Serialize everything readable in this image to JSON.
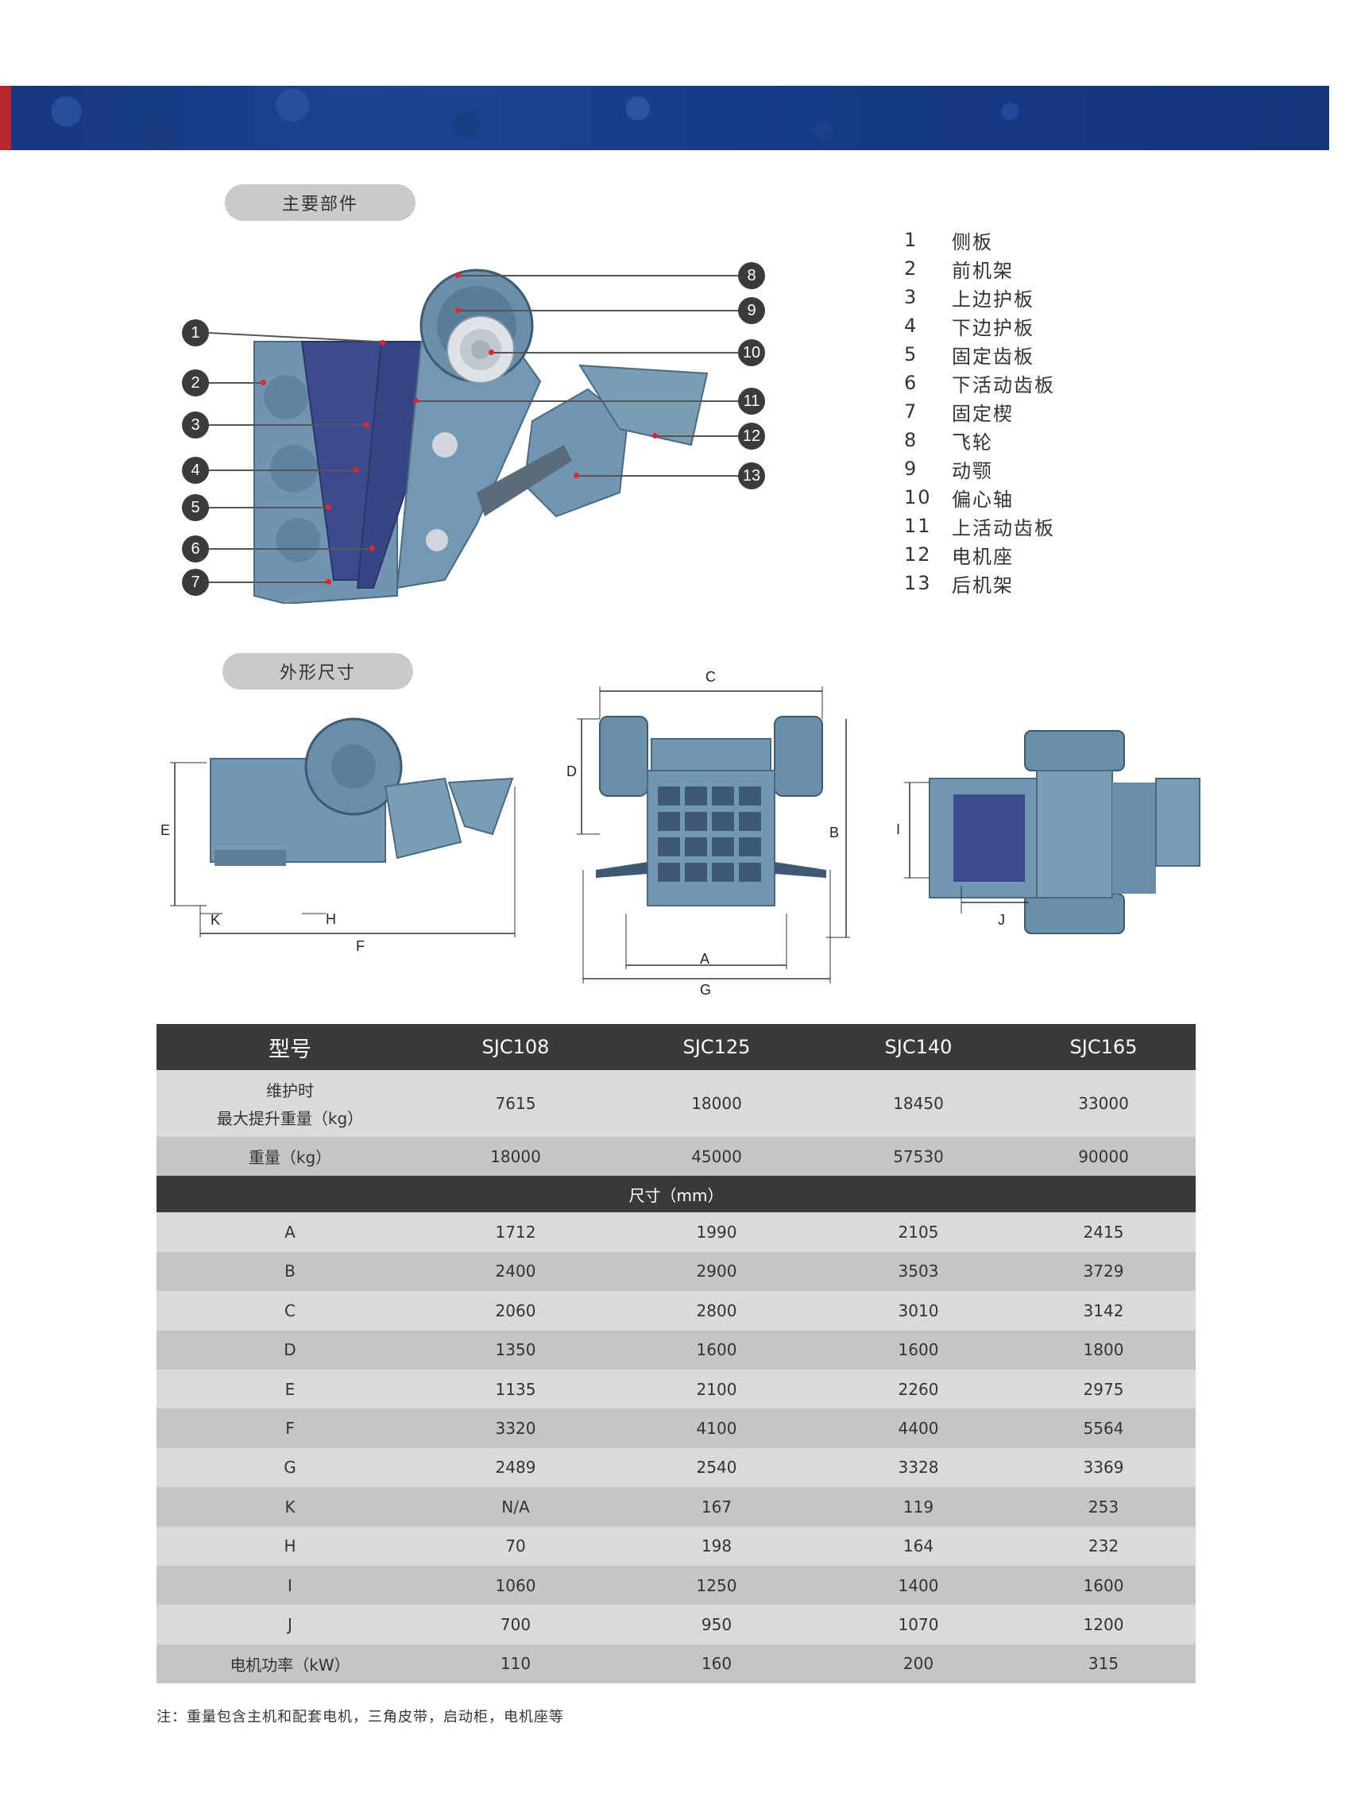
{
  "sections": {
    "parts_title": "主要部件",
    "dims_title": "外形尺寸"
  },
  "parts_legend": [
    {
      "num": "1",
      "name": "侧板"
    },
    {
      "num": "2",
      "name": "前机架"
    },
    {
      "num": "3",
      "name": "上边护板"
    },
    {
      "num": "4",
      "name": "下边护板"
    },
    {
      "num": "5",
      "name": "固定齿板"
    },
    {
      "num": "6",
      "name": "下活动齿板"
    },
    {
      "num": "7",
      "name": "固定楔"
    },
    {
      "num": "8",
      "name": "飞轮"
    },
    {
      "num": "9",
      "name": "动颚"
    },
    {
      "num": "10",
      "name": "偏心轴"
    },
    {
      "num": "11",
      "name": "上活动齿板"
    },
    {
      "num": "12",
      "name": "电机座"
    },
    {
      "num": "13",
      "name": "后机架"
    }
  ],
  "callouts": [
    "1",
    "2",
    "3",
    "4",
    "5",
    "6",
    "7",
    "8",
    "9",
    "10",
    "11",
    "12",
    "13"
  ],
  "dimension_labels": {
    "side": [
      "E",
      "K",
      "H",
      "F"
    ],
    "front": [
      "C",
      "D",
      "B",
      "A",
      "G"
    ],
    "top": [
      "I",
      "J"
    ]
  },
  "table": {
    "header": [
      "型号",
      "SJC108",
      "SJC125",
      "SJC140",
      "SJC165"
    ],
    "top_rows": [
      {
        "label_line1": "维护时",
        "label_line2": "最大提升重量（kg）",
        "values": [
          "7615",
          "18000",
          "18450",
          "33000"
        ]
      },
      {
        "label_line1": "重量（kg）",
        "label_line2": "",
        "values": [
          "18000",
          "45000",
          "57530",
          "90000"
        ]
      }
    ],
    "section_label": "尺寸（mm）",
    "rows": [
      {
        "label": "A",
        "values": [
          "1712",
          "1990",
          "2105",
          "2415"
        ]
      },
      {
        "label": "B",
        "values": [
          "2400",
          "2900",
          "3503",
          "3729"
        ]
      },
      {
        "label": "C",
        "values": [
          "2060",
          "2800",
          "3010",
          "3142"
        ]
      },
      {
        "label": "D",
        "values": [
          "1350",
          "1600",
          "1600",
          "1800"
        ]
      },
      {
        "label": "E",
        "values": [
          "1135",
          "2100",
          "2260",
          "2975"
        ]
      },
      {
        "label": "F",
        "values": [
          "3320",
          "4100",
          "4400",
          "5564"
        ]
      },
      {
        "label": "G",
        "values": [
          "2489",
          "2540",
          "3328",
          "3369"
        ]
      },
      {
        "label": "K",
        "values": [
          "N/A",
          "167",
          "119",
          "253"
        ]
      },
      {
        "label": "H",
        "values": [
          "70",
          "198",
          "164",
          "232"
        ]
      },
      {
        "label": "I",
        "values": [
          "1060",
          "1250",
          "1400",
          "1600"
        ]
      },
      {
        "label": "J",
        "values": [
          "700",
          "950",
          "1070",
          "1200"
        ]
      },
      {
        "label": "电机功率（kW）",
        "values": [
          "110",
          "160",
          "200",
          "315"
        ]
      }
    ]
  },
  "footnote": "注：重量包含主机和配套电机，三角皮带，启动柜，电机座等",
  "colors": {
    "machine": "#6f93ad",
    "machine_dark": "#3d5a72",
    "liner": "#3c4b8c",
    "callout": "#3b3b3b",
    "marker": "#e0262e"
  }
}
